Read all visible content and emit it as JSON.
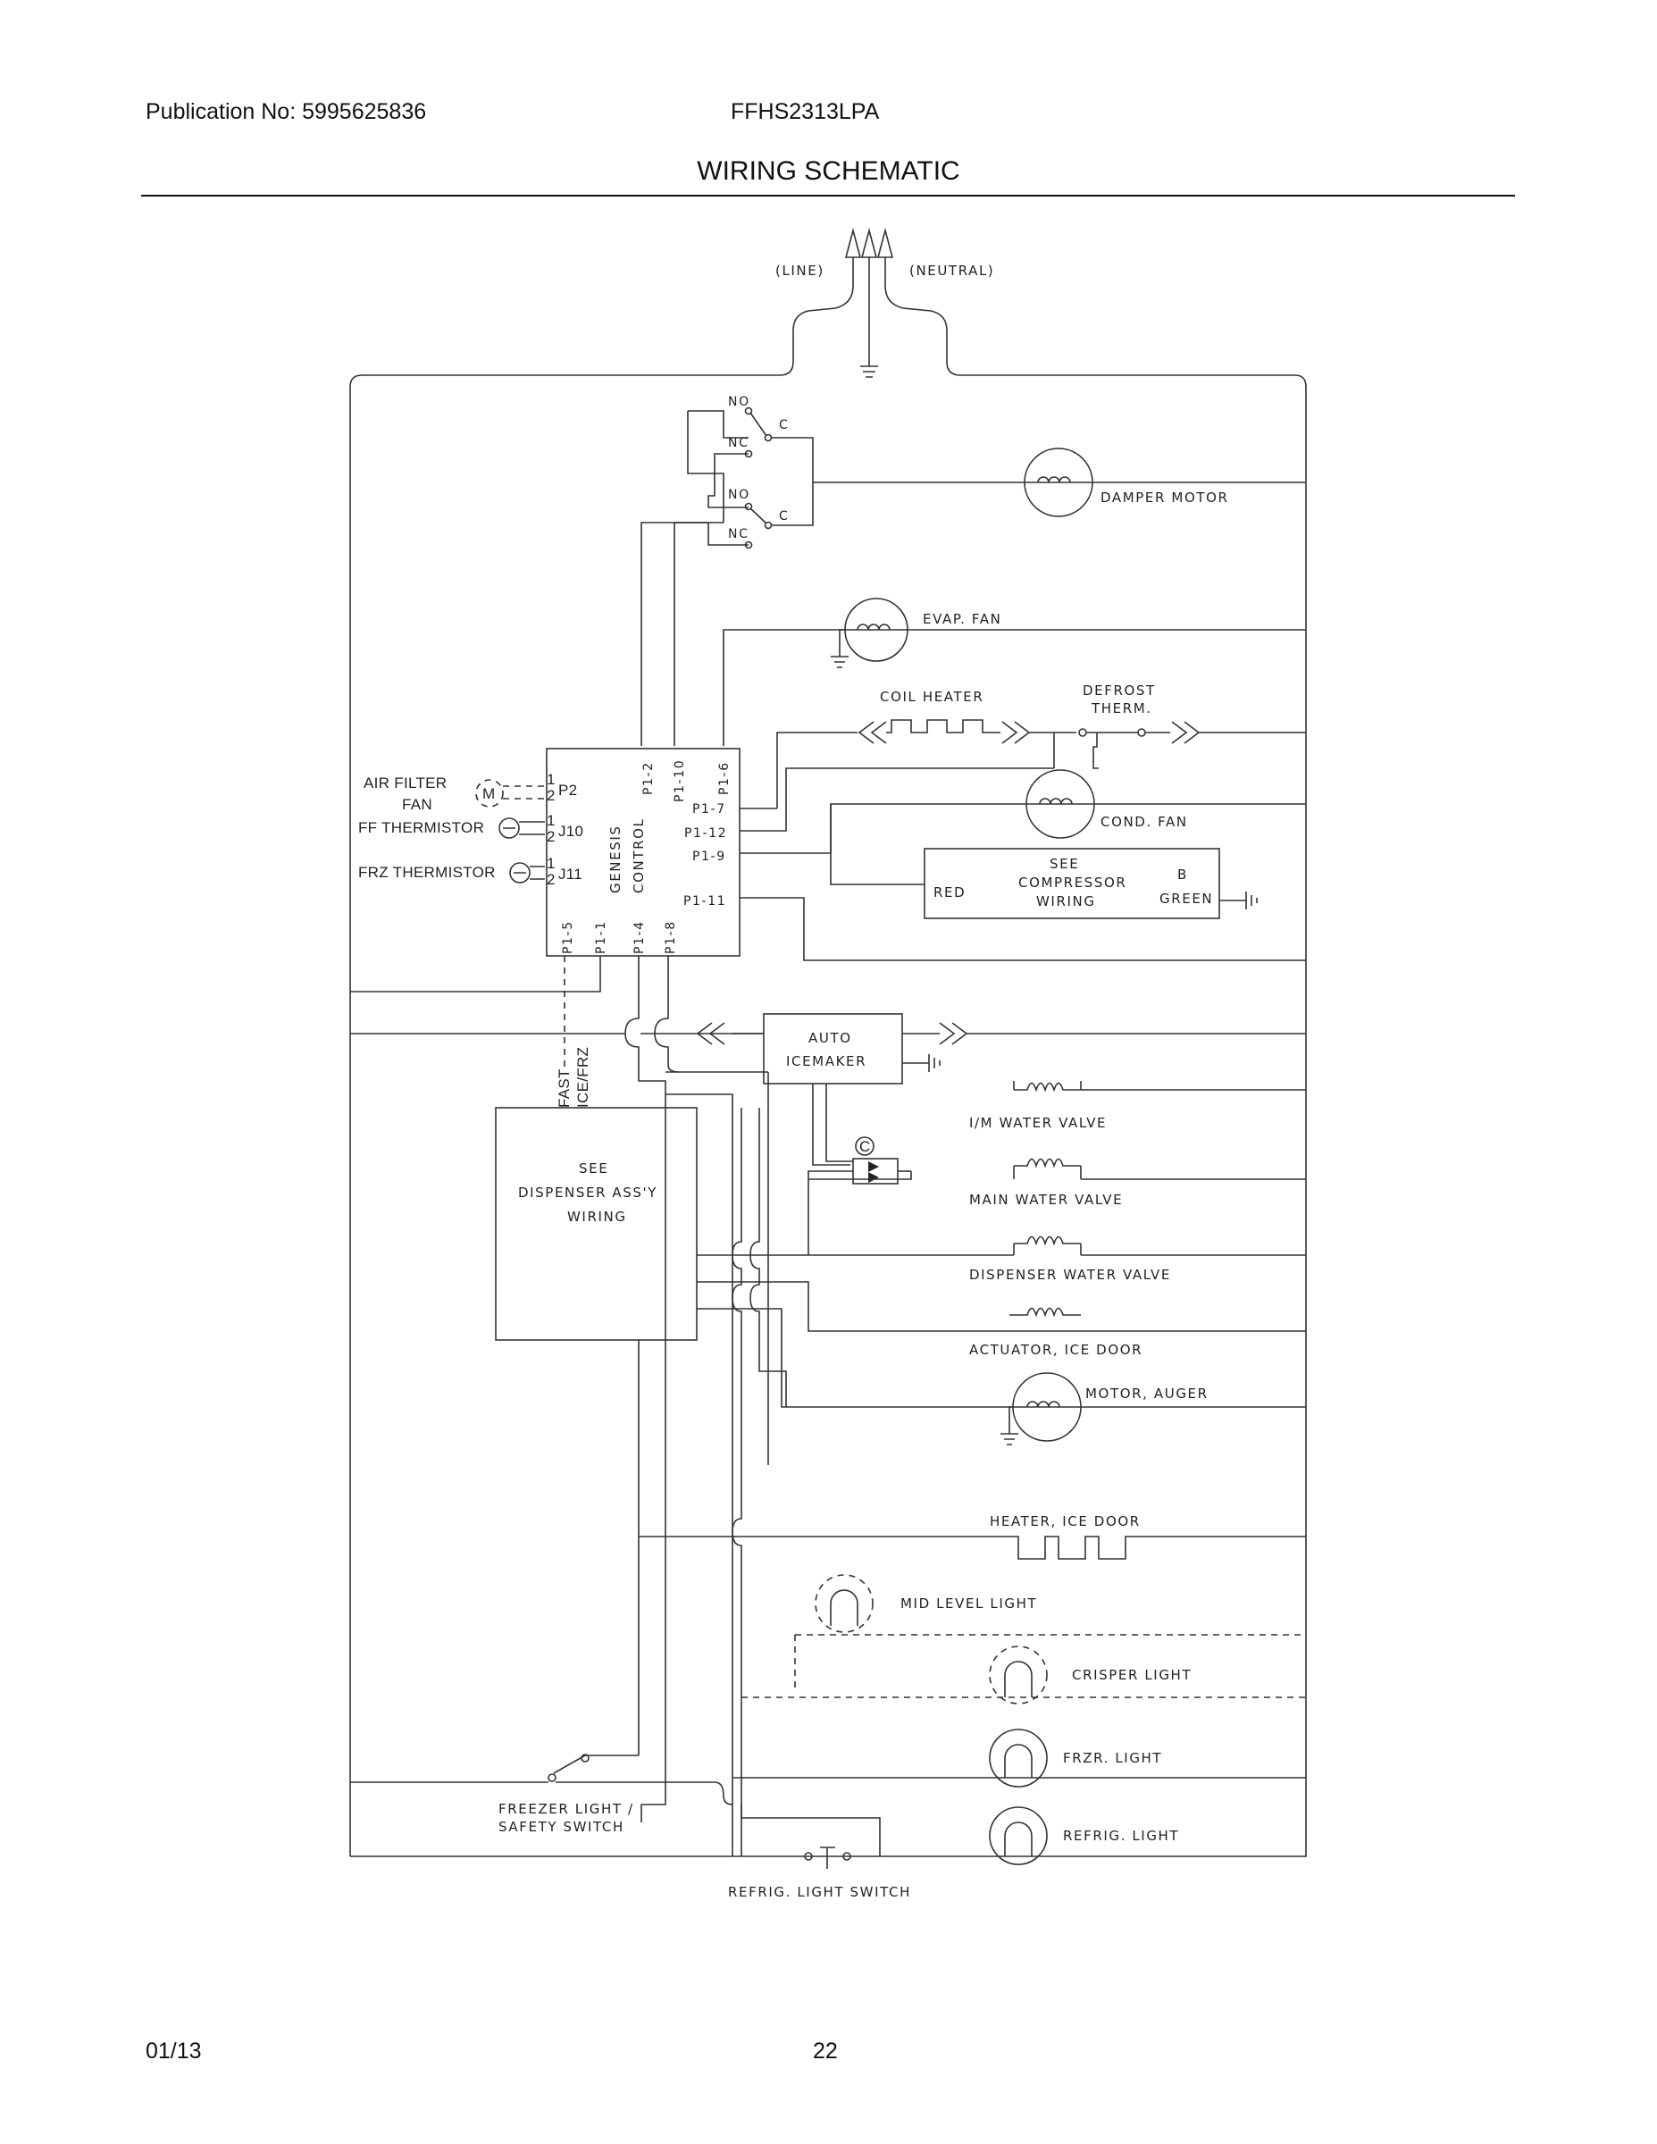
{
  "header": {
    "publication": "Publication No: 5995625836",
    "model": "FFHS2313LPA",
    "title": "WIRING SCHEMATIC"
  },
  "footer": {
    "date": "01/13",
    "page": "22"
  },
  "power": {
    "line": "(LINE)",
    "neutral": "(NEUTRAL)"
  },
  "relay": {
    "no_1": "NO",
    "nc_1": "NC",
    "c_1": "C",
    "no_2": "NO",
    "nc_2": "NC",
    "c_2": "C"
  },
  "control": {
    "name_1": "GENESIS",
    "name_2": "CONTROL",
    "p2": "P2",
    "j10": "J10",
    "j11": "J11",
    "pin_1": "1",
    "pin_2": "2",
    "p1_2": "P1-2",
    "p1_10": "P1-10",
    "p1_6": "P1-6",
    "p1_7": "P1-7",
    "p1_12": "P1-12",
    "p1_9": "P1-9",
    "p1_11": "P1-11",
    "p1_5": "P1-5",
    "p1_1": "P1-1",
    "p1_4": "P1-4",
    "p1_8": "P1-8",
    "motor_m": "M"
  },
  "left_labels": {
    "air_filter_1": "AIR FILTER",
    "air_filter_2": "FAN",
    "ff_thermistor": "FF THERMISTOR",
    "frz_thermistor": "FRZ THERMISTOR",
    "fast": "FAST",
    "ice_frz": "ICE/FRZ"
  },
  "components": {
    "damper_motor": "DAMPER MOTOR",
    "evap_fan": "EVAP. FAN",
    "coil_heater": "COIL HEATER",
    "defrost_1": "DEFROST",
    "defrost_2": "THERM.",
    "cond_fan": "COND. FAN",
    "compressor_1": "SEE",
    "compressor_2": "COMPRESSOR",
    "compressor_3": "WIRING",
    "red": "RED",
    "b": "B",
    "green": "GREEN",
    "auto_1": "AUTO",
    "auto_2": "ICEMAKER",
    "im_valve": "I/M WATER VALVE",
    "c_mark": "C",
    "main_valve": "MAIN WATER VALVE",
    "disp_valve": "DISPENSER WATER VALVE",
    "actuator": "ACTUATOR, ICE DOOR",
    "auger": "MOTOR, AUGER",
    "heater": "HEATER, ICE DOOR",
    "mid_light": "MID LEVEL LIGHT",
    "crisper": "CRISPER LIGHT",
    "frzr_light": "FRZR. LIGHT",
    "refrig_light": "REFRIG. LIGHT",
    "disp_1": "SEE",
    "disp_2": "DISPENSER ASS'Y",
    "disp_3": "WIRING",
    "freezer_sw_1": "FREEZER LIGHT /",
    "freezer_sw_2": "SAFETY SWITCH",
    "refrig_sw": "REFRIG. LIGHT SWITCH"
  }
}
